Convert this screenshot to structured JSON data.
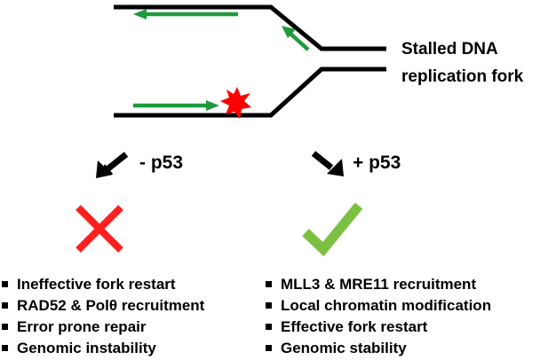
{
  "fork_label": [
    "Stalled DNA",
    "replication fork"
  ],
  "branches": {
    "left": {
      "label": "- p53",
      "outcome_icon": "red-cross-icon"
    },
    "right": {
      "label": "+ p53",
      "outcome_icon": "green-checkmark-icon"
    }
  },
  "outcomes": {
    "left": [
      "Ineffective fork restart",
      "RAD52 & Polθ recruitment",
      "Error prone repair",
      "Genomic instability"
    ],
    "right": [
      "MLL3 & MRE11 recruitment",
      "Local chromatin modification",
      "Effective fork restart",
      "Genomic stability"
    ]
  },
  "colors": {
    "dna_strand": "#000000",
    "nascent_strand": "#1e9a3c",
    "damage_burst": "#ff0000",
    "cross": "#ff1f1f",
    "check": "#7bc041",
    "arrow": "#000000"
  }
}
